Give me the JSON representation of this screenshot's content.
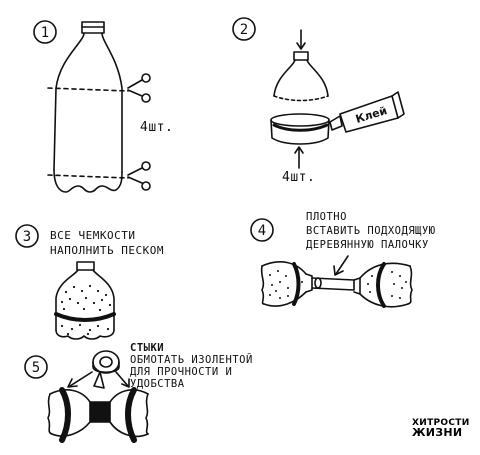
{
  "steps": [
    {
      "number": "1",
      "count_label": "4шт."
    },
    {
      "number": "2",
      "glue_label": "Клей",
      "count_label": "4шт."
    },
    {
      "number": "3",
      "text_lines": [
        "ВСЕ ЧЕМКОСТИ",
        "НАПОЛНИТЬ ПЕСКОМ"
      ]
    },
    {
      "number": "4",
      "text_lines": [
        "ПЛОТНО",
        "ВСТАВИТЬ ПОДХОДЯЩУЮ",
        "ДЕРЕВЯННУЮ ПАЛОЧКУ"
      ]
    },
    {
      "number": "5",
      "text_lines": [
        "СТЫКИ",
        "ОБМОТАТЬ ИЗОЛЕНТОЙ",
        "ДЛЯ ПРОЧНОСТИ И",
        "УДОБСТВА"
      ]
    }
  ],
  "brand": {
    "line1": "ХИТРОСТИ",
    "line2": "ЖИЗНИ"
  },
  "colors": {
    "ink": "#111111",
    "background": "#ffffff"
  }
}
